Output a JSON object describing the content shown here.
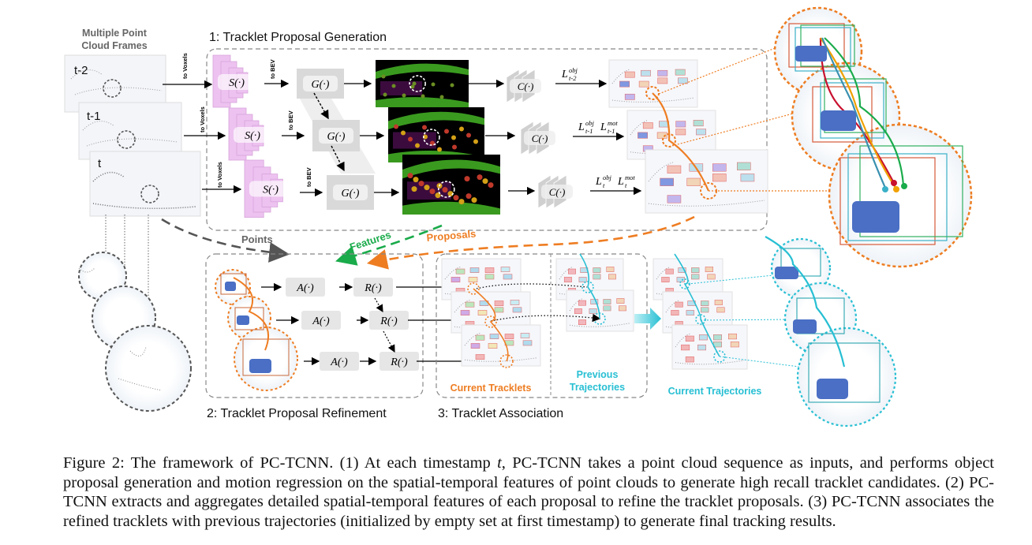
{
  "figure": {
    "input_title_line1": "Multiple Point",
    "input_title_line2": "Cloud Frames",
    "frames": [
      "t-2",
      "t-1",
      "t"
    ],
    "to_voxels": "to Voxels",
    "to_bev": "to BEV",
    "sparse_conv": "S(·)",
    "bev_backbone": "G(·)",
    "head": "C(·)",
    "losses": [
      {
        "obj": "obj",
        "obj_sub": "t-2",
        "mot": "",
        "mot_sub": ""
      },
      {
        "obj": "obj",
        "obj_sub": "t-1",
        "mot": "mot",
        "mot_sub": "t-1"
      },
      {
        "obj": "obj",
        "obj_sub": "t",
        "mot": "mot",
        "mot_sub": "t"
      }
    ],
    "loss_symbol": "L",
    "stage1_title": "1: Tracklet Proposal Generation",
    "stage2_title": "2: Tracklet Proposal Refinement",
    "stage3_title": "3: Tracklet Association",
    "points_label": "Points",
    "features_label": "Features",
    "proposals_label": "Proposals",
    "aggregation": "A(·)",
    "refinement": "R(·)",
    "current_tracklets": "Current Tracklets",
    "previous_trajectories_line1": "Previous",
    "previous_trajectories_line2": "Trajectories",
    "current_trajectories": "Current Trajectories",
    "colors": {
      "orange": "#ee7d22",
      "green": "#1aab4b",
      "cyan": "#27bfd3",
      "purple": "#e9b8ee",
      "box_grey": "#d9d9d9",
      "dash_grey": "#808080"
    }
  },
  "caption": {
    "label": "Figure 2:",
    "text_1": " The framework of PC-TCNN. (1) At each timestamp ",
    "t": "t",
    "text_2": ", PC-TCNN takes a point cloud sequence as inputs, and performs object proposal generation and motion regression on the spatial-temporal features of point clouds to generate high recall tracklet candidates. (2) PC-TCNN extracts and aggregates detailed spatial-temporal features of each proposal to refine the tracklet proposals. (3) PC-TCNN associates the refined tracklets with previous trajectories (initialized by empty set at first timestamp) to generate final tracking results."
  }
}
